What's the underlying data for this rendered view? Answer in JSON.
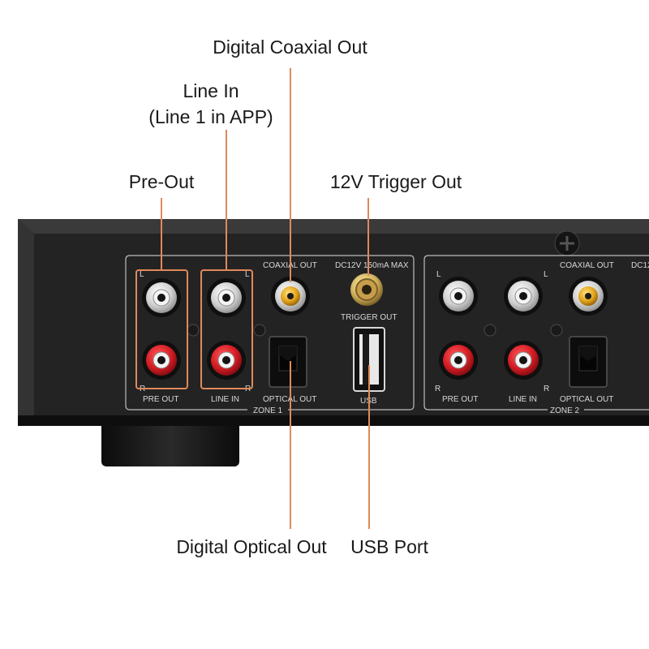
{
  "callouts": {
    "coaxial": "Digital Coaxial Out",
    "line_in_1": "Line In",
    "line_in_2": "(Line 1 in APP)",
    "pre_out": "Pre-Out",
    "trigger": "12V Trigger Out",
    "optical": "Digital Optical Out",
    "usb": "USB Port"
  },
  "panel": {
    "coaxial_out": "COAXIAL OUT",
    "dc12v": "DC12V 150mA MAX",
    "trigger_out": "TRIGGER OUT",
    "pre_out": "PRE OUT",
    "line_in": "LINE IN",
    "optical_out": "OPTICAL OUT",
    "usb": "USB",
    "zone1": "ZONE 1",
    "zone2": "ZONE 2",
    "ch_l": "L",
    "ch_r": "R",
    "dc12_cut": "DC12"
  },
  "colors": {
    "callout_line": "#e0895a",
    "chassis": "#1c1c1c",
    "panel": "#262626",
    "jack_white": "#e8e8e8",
    "jack_red": "#d41c24",
    "jack_gold": "#e2a21a"
  }
}
